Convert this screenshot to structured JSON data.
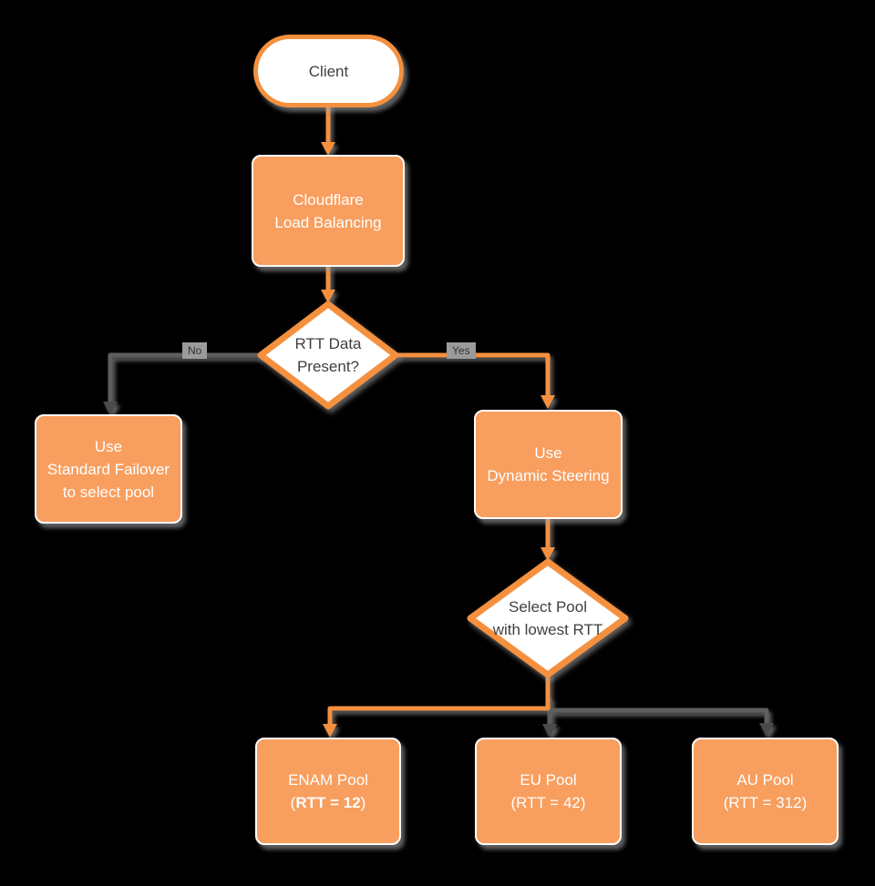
{
  "colors": {
    "orange_fill": "#F89E5E",
    "orange_stroke": "#F4903E",
    "gray_line": "#5E5E5E",
    "gray_arrow": "#4A4A4A",
    "label_bg": "#9B9B9B",
    "dark_text": "#3F3F3F",
    "background": "#000000"
  },
  "nodes": {
    "client": {
      "label": "Client"
    },
    "load_balancing": {
      "line1": "Cloudflare",
      "line2": "Load Balancing"
    },
    "rtt_decision": {
      "line1": "RTT Data",
      "line2": "Present?"
    },
    "standard_failover": {
      "line1": "Use",
      "line2": "Standard Failover",
      "line3": "to select pool"
    },
    "dynamic_steering": {
      "line1": "Use",
      "line2": "Dynamic Steering"
    },
    "select_pool": {
      "line1": "Select Pool",
      "line2": "with lowest RTT"
    },
    "pools": [
      {
        "name": "ENAM Pool",
        "rtt_prefix": "(",
        "rtt": "RTT = 12",
        "rtt_suffix": ")"
      },
      {
        "name": "EU Pool",
        "rtt_prefix": "(",
        "rtt": "RTT = 42",
        "rtt_suffix": ")"
      },
      {
        "name": "AU Pool",
        "rtt_prefix": "(",
        "rtt": "RTT = 312",
        "rtt_suffix": ")"
      }
    ]
  },
  "edge_labels": {
    "no": "No",
    "yes": "Yes"
  }
}
